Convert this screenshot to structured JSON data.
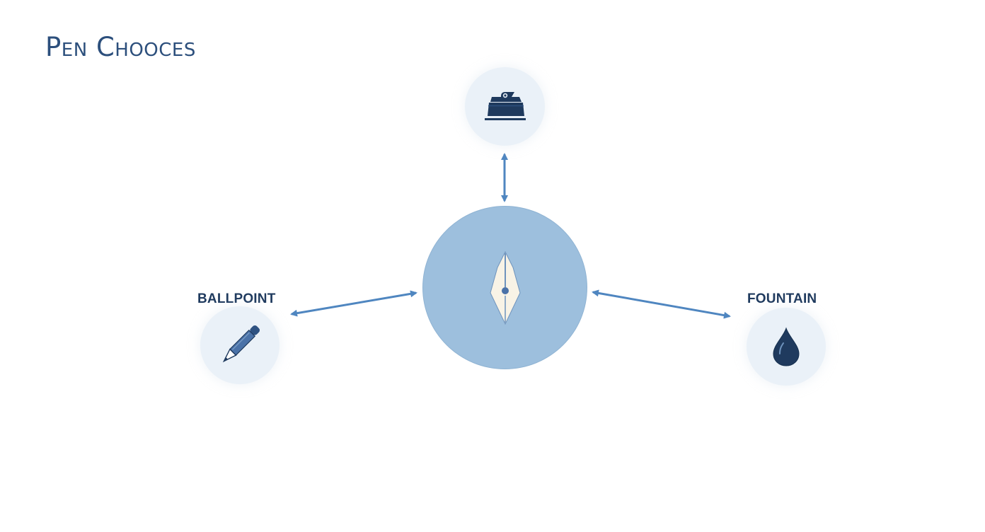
{
  "title": "Pen Chooces",
  "colors": {
    "title": "#2c4f7c",
    "label": "#1f3a5e",
    "arrow": "#4f86c0",
    "center_fill": "#9dbfdd",
    "node_fill": "#eaf1f8",
    "icon_dark": "#1f3a5e",
    "icon_mid": "#4a72a8"
  },
  "center_node": {
    "icon": "fountain-pen-nib-icon"
  },
  "nodes": [
    {
      "id": "top",
      "label": "",
      "icon": "ink-stamp-icon"
    },
    {
      "id": "left",
      "label": "BALLPOINT",
      "icon": "pen-icon"
    },
    {
      "id": "right",
      "label": "FOUNTAIN",
      "icon": "ink-drop-icon"
    }
  ],
  "connectors": [
    {
      "from": "center",
      "to": "top",
      "type": "bidirectional-arrow"
    },
    {
      "from": "center",
      "to": "left",
      "type": "bidirectional-arrow"
    },
    {
      "from": "center",
      "to": "right",
      "type": "bidirectional-arrow"
    }
  ]
}
